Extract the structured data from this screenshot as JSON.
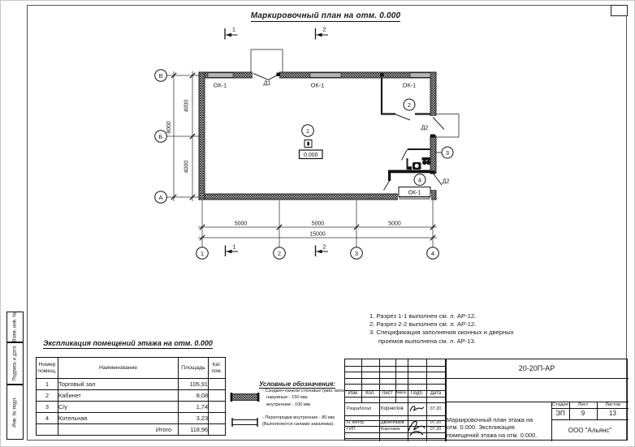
{
  "title": "Маркировочный план на отм. 0.000",
  "plan": {
    "axis_letters": [
      "В",
      "Б",
      "А"
    ],
    "axis_numbers": [
      "1",
      "2",
      "3",
      "4"
    ],
    "dims_left": [
      "4000",
      "4000",
      "8000"
    ],
    "dims_bottom": [
      "5000",
      "5000",
      "5000",
      "15000"
    ],
    "section_marks": [
      "1",
      "2"
    ],
    "window_label": "ОК-1",
    "door1_label": "Д1",
    "door2_label": "Д2",
    "room_marks": [
      "1",
      "2",
      "3",
      "4"
    ],
    "elevation": "0.000"
  },
  "explication": {
    "title": "Экспликация помещений этажа на отм. 0.000",
    "col_num_1": "Номер",
    "col_num_2": "помещ.",
    "col_name": "Наименование",
    "col_area": "Площадь",
    "col_cat_1": "Кат.",
    "col_cat_2": "пом.",
    "rows": [
      {
        "num": "1",
        "name": "Торговый зал",
        "area": "105,91",
        "cat": ""
      },
      {
        "num": "2",
        "name": "Кабинет",
        "area": "8,08",
        "cat": ""
      },
      {
        "num": "3",
        "name": "С/у",
        "area": "1,74",
        "cat": ""
      },
      {
        "num": "4",
        "name": "Котельная",
        "area": "3,23",
        "cat": ""
      }
    ],
    "total_label": "Итого",
    "total_value": "118,96"
  },
  "legend": {
    "title": "Условные обозначения:",
    "item1": {
      "symbol": "crosshatch-wall-bar",
      "line1": "- Сэндвич-панели стеновые (мин. вата):",
      "line2": "наружные - 150 мм;",
      "line3": "внутренние - 100 мм."
    },
    "item2": {
      "symbol": "double-line-partition-bar",
      "line1": "- Перегородки внутренние - 80 мм",
      "line2": "(Выполняются силами заказчика)."
    }
  },
  "notes": {
    "line1": "1. Разрез 1-1 выполнен см. л. АР-12.",
    "line2": "2. Разрез 2-2 выполнен см. л. АР-12.",
    "line3": "3. Спецификация заполнения оконных и дверных",
    "line4": "проемов выполнена см. л. АР-13."
  },
  "titleblock": {
    "doc_number": "20-20П-АР",
    "col_izm": "Изм.",
    "col_kol": "Кол.",
    "col_list": "Лист",
    "col_ndok": "№док.",
    "col_podp": "Подп.",
    "col_data": "Дата",
    "row1_role": "Разработал",
    "row1_name": "Корнилов",
    "row1_date": "07.20",
    "row2_role": "Н. контр.",
    "row2_name": "Двоеглазов",
    "row2_date": "07.20",
    "row3_role": "ГИП",
    "row3_name": "Коротаев",
    "row3_date": "07.20",
    "title_line1": "Маркировочный план этажа на",
    "title_line2": "отм. 0.000. Экспликация",
    "title_line3": "помещений этажа на отм. 0.000.",
    "stage_label": "Стадия",
    "sheet_label": "Лист",
    "sheets_label": "Листов",
    "stage": "ЭП",
    "sheet": "9",
    "sheets": "13",
    "company": "ООО \"Альянс\""
  },
  "side_labels": {
    "a": "Взам. инв. №",
    "b": "Подпись и дата",
    "c": "Инв. № подл."
  }
}
